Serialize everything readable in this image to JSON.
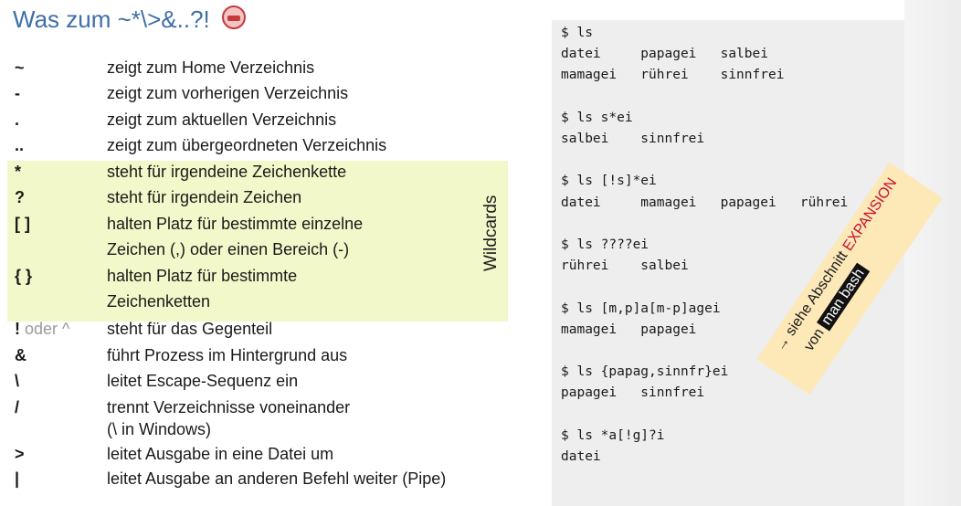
{
  "title": "Was zum ~*\\>&..?!",
  "wildcards_label": "Wildcards",
  "rows": [
    {
      "sym": "~",
      "desc": "zeigt zum Home Verzeichnis"
    },
    {
      "sym": "-",
      "desc": "zeigt zum vorherigen Verzeichnis"
    },
    {
      "sym": ".",
      "desc": "zeigt zum aktuellen Verzeichnis"
    },
    {
      "sym": "..",
      "desc": "zeigt zum übergeordneten Verzeichnis"
    },
    {
      "sym": "*",
      "desc": "steht für irgendeine Zeichenkette"
    },
    {
      "sym": "?",
      "desc": "steht für irgendein Zeichen"
    },
    {
      "sym": "[ ]",
      "desc": "halten Platz für bestimmte einzelne"
    },
    {
      "sym": "",
      "desc": "Zeichen (,) oder einen Bereich (-)"
    },
    {
      "sym": "{ }",
      "desc": "halten Platz für bestimmte"
    },
    {
      "sym": "",
      "desc": "Zeichenketten"
    },
    {
      "sym": "!",
      "sym_extra": " oder ^",
      "desc": "steht für das Gegenteil"
    },
    {
      "sym": "&",
      "desc": "führt Prozess im Hintergrund aus"
    },
    {
      "sym": "\\",
      "desc": "leitet Escape-Sequenz ein"
    },
    {
      "sym": "/",
      "desc": "trennt Verzeichnisse voneinander"
    },
    {
      "sym": "",
      "desc": "(\\ in Windows)"
    },
    {
      "sym": ">",
      "desc": "leitet Ausgabe in eine Datei um"
    },
    {
      "sym": "|",
      "desc": "leitet Ausgabe an anderen Befehl weiter (Pipe)"
    }
  ],
  "terminal": [
    "$ ls",
    "datei     papagei   salbei",
    "mamagei   rührei    sinnfrei",
    "",
    "$ ls s*ei",
    "salbei    sinnfrei",
    "",
    "$ ls [!s]*ei",
    "datei     mamagei   papagei   rührei",
    "",
    "$ ls ????ei",
    "rührei    salbei",
    "",
    "$ ls [m,p]a[m-p]agei",
    "mamagei   papagei",
    "",
    "$ ls {papag,sinnfr}ei",
    "papagei   sinnfrei",
    "",
    "$ ls *a[!g]?i",
    "datei"
  ],
  "note": {
    "line1_prefix": "→ siehe Abschnitt ",
    "line1_highlight": "EXPANSION",
    "line2_prefix": "von ",
    "line2_highlight": "man bash"
  }
}
